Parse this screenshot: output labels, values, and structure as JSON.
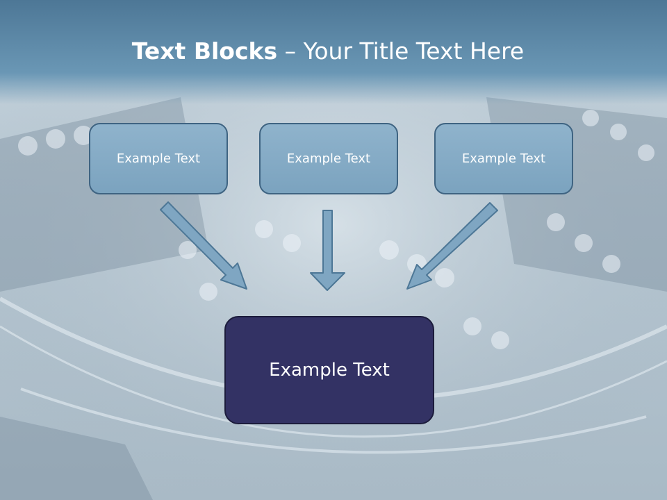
{
  "slide": {
    "title_bold": "Text Blocks",
    "title_rest": " – Your Title Text Here",
    "boxes": [
      {
        "label": "Example Text"
      },
      {
        "label": "Example Text"
      },
      {
        "label": "Example Text"
      }
    ],
    "target": {
      "label": "Example Text"
    }
  },
  "colors": {
    "title_band": "#5d89a8",
    "small_box_fill": "#85abc6",
    "small_box_border": "#3f6482",
    "big_box_fill": "#333264",
    "arrow_fill": "#7fa6c2",
    "arrow_stroke": "#4d7796"
  },
  "icons": [
    "arrow-down-right-icon",
    "arrow-down-icon",
    "arrow-down-left-icon"
  ]
}
